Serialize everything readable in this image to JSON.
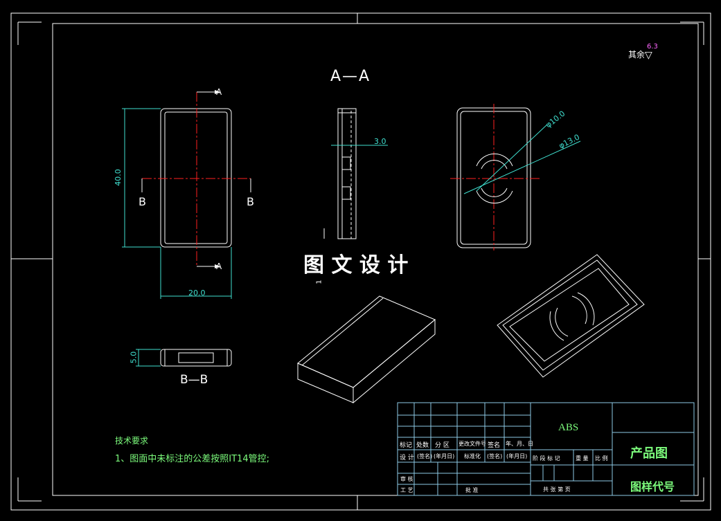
{
  "sheet": {
    "section_aa_title": "A—A",
    "section_bb_title": "B—B",
    "cut_label_a": "A",
    "cut_label_b": "B",
    "surface_other": "其余",
    "surface_roughness": "6.3",
    "watermark": "图 文 设 计",
    "stray_mark": "1"
  },
  "dimensions": {
    "height": "40.0",
    "width": "20.0",
    "thickness": "5.0",
    "wall": "3.0",
    "dia_small": "φ10.0",
    "dia_large": "φ13.0"
  },
  "notes": {
    "heading": "技术要求",
    "line1": "1、图面中未标注的公差按照IT14管控;"
  },
  "title_block": {
    "material": "ABS",
    "drawing_name": "产品图",
    "drawing_code": "图样代号",
    "row_labels1": [
      "标记",
      "处数",
      "分 区",
      "更改文件号",
      "签名",
      "年、月、日"
    ],
    "row_labels2": [
      "设 计",
      "(签名)",
      "(年月日)",
      "标准化",
      "(签名)",
      "(年月日)"
    ],
    "stage_labels": [
      "阶 段 标 记",
      "重 量",
      "比 例"
    ],
    "review": "审 核",
    "process": "工 艺",
    "approve": "批 准",
    "sheets": "共   张   第   页"
  },
  "colors": {
    "line": "#ffffff",
    "center": "#ff2020",
    "dimension": "#40e0d0",
    "text_green": "#7cfc7c",
    "frame_blue": "#8ecae6",
    "roughness": "#ff66ff"
  }
}
